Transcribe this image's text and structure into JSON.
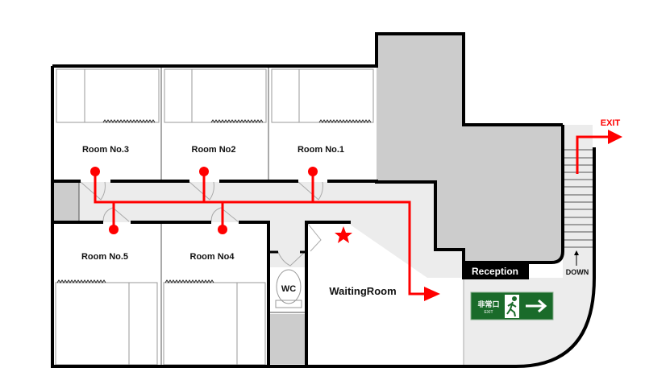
{
  "title": "Evacuation floor plan",
  "rooms": {
    "room3": "Room No.3",
    "room2": "Room No2",
    "room1": "Room No.1",
    "room5": "Room No.5",
    "room4": "Room No4",
    "wc": "WC",
    "waiting": "WaitingRoom",
    "reception": "Reception"
  },
  "stairs": {
    "label": "DOWN"
  },
  "exit": {
    "label": "EXIT"
  },
  "exit_sign": {
    "jp": "非常口",
    "en": "EXIT"
  },
  "colors": {
    "route": "#ff0000",
    "sign_green": "#1a6b2a",
    "gray": "#cccccc",
    "corridor": "#ececec"
  }
}
